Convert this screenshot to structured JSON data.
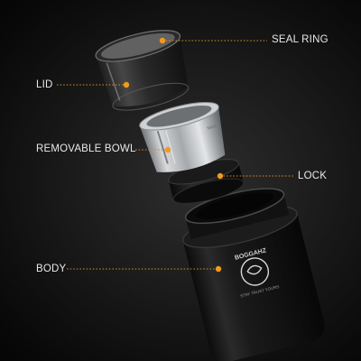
{
  "callouts": {
    "seal_ring": "SEAL RING",
    "lid": "LID",
    "removable_bowl": "REMOVABLE BOWL",
    "lock": "LOCK",
    "body": "BODY"
  },
  "branding": {
    "logo_text": "BOGGAHZ",
    "logo_subtext": "STAY TRUST YOURS"
  },
  "bowl_marking": "MAX",
  "colors": {
    "accent": "#f29a1c",
    "label": "#e9e9e9",
    "background": "#1b1b1b",
    "body": "#151515",
    "steel": "#b9bcbf"
  },
  "icons": {
    "callout_marker": "orange-dot-icon"
  }
}
